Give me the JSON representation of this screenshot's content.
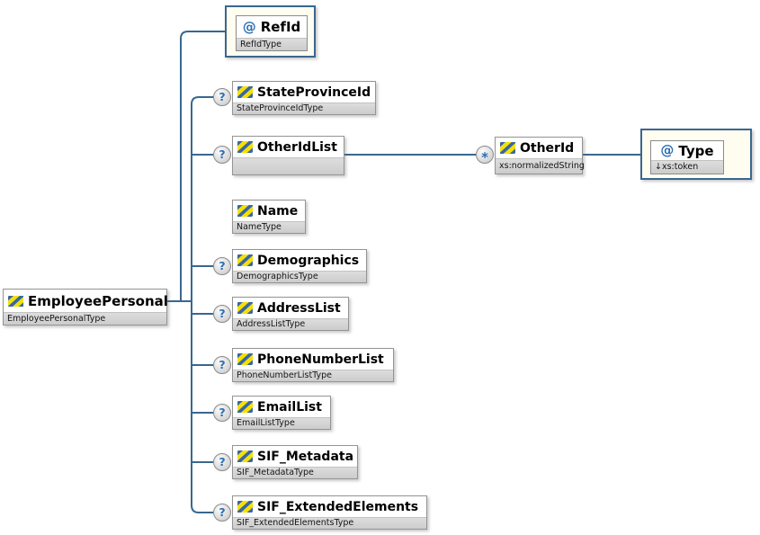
{
  "badges": {
    "attribute": "@",
    "optional": "?",
    "many": "*"
  },
  "root": {
    "name": "EmployeePersonal",
    "type": "EmployeePersonalType"
  },
  "nodes": {
    "refid": {
      "name": "RefId",
      "type": "RefIdType"
    },
    "stateprovinceid": {
      "name": "StateProvinceId",
      "type": "StateProvinceIdType"
    },
    "otheridlist": {
      "name": "OtherIdList",
      "type": ""
    },
    "otherid": {
      "name": "OtherId",
      "type": "xs:normalizedString"
    },
    "typeattr": {
      "name": "Type",
      "type": "↓xs:token"
    },
    "name": {
      "name": "Name",
      "type": "NameType"
    },
    "demographics": {
      "name": "Demographics",
      "type": "DemographicsType"
    },
    "addresslist": {
      "name": "AddressList",
      "type": "AddressListType"
    },
    "phonenumberlist": {
      "name": "PhoneNumberList",
      "type": "PhoneNumberListType"
    },
    "emaillist": {
      "name": "EmailList",
      "type": "EmailListType"
    },
    "sifmetadata": {
      "name": "SIF_Metadata",
      "type": "SIF_MetadataType"
    },
    "sifextendedelements": {
      "name": "SIF_ExtendedElements",
      "type": "SIF_ExtendedElementsType"
    }
  }
}
